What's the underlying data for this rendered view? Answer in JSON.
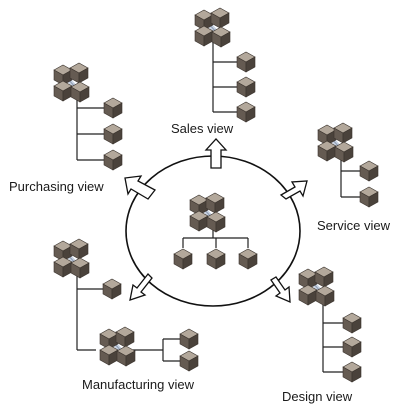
{
  "views": {
    "sales": "Sales view",
    "purchasing": "Purchasing view",
    "service": "Service view",
    "manufacturing": "Manufacturing view",
    "design": "Design view"
  },
  "colors": {
    "cube_top": "#b3a89b",
    "cube_left": "#655b52",
    "cube_right": "#4a423b",
    "link": "#c7d2e2",
    "line": "#222222",
    "arrow_fill": "#ffffff"
  }
}
